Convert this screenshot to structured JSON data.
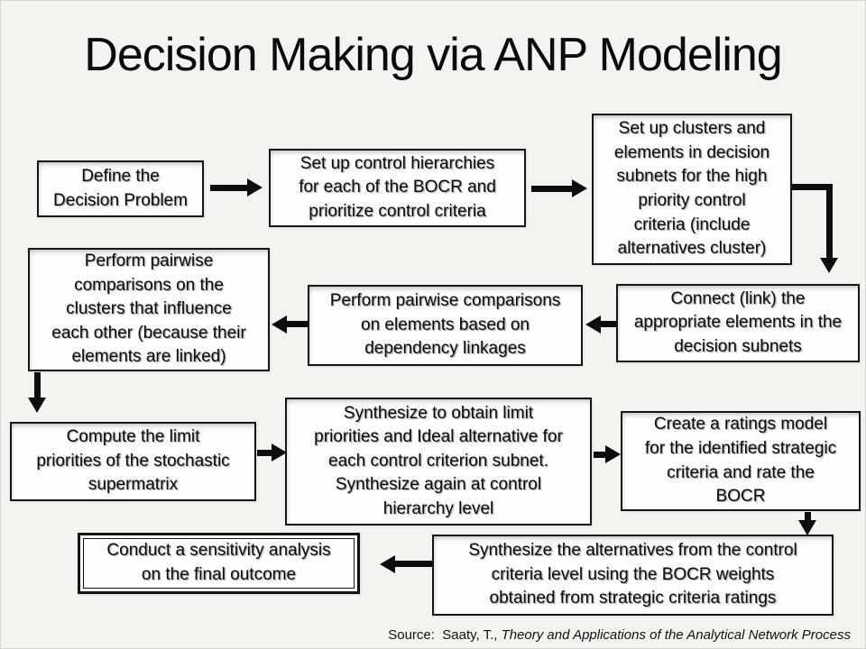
{
  "slide": {
    "title": "Decision Making via ANP Modeling",
    "source_prefix": "Source:  Saaty, T., ",
    "source_title": "Theory and Applications of the Analytical Network Process"
  },
  "colors": {
    "background": "#f4f3f0",
    "box_fill": "#fefefd",
    "ink": "#111111"
  },
  "flowchart": {
    "type": "flowchart",
    "steps": [
      {
        "id": "define-problem",
        "label": "Define the\nDecision Problem"
      },
      {
        "id": "setup-control-hierarchies",
        "label": "Set up control hierarchies\nfor each of the BOCR and\nprioritize control criteria"
      },
      {
        "id": "setup-clusters",
        "label": "Set up clusters and\nelements in decision\nsubnets for the high\npriority control\ncriteria (include\nalternatives cluster)"
      },
      {
        "id": "connect-elements",
        "label": "Connect (link) the\nappropriate elements in the\ndecision subnets"
      },
      {
        "id": "pairwise-elements",
        "label": "Perform pairwise comparisons\non elements based on\ndependency linkages"
      },
      {
        "id": "pairwise-clusters",
        "label": "Perform pairwise\ncomparisons on the\nclusters that influence\neach other (because their\nelements are linked)"
      },
      {
        "id": "compute-limit-priorities",
        "label": "Compute the limit\npriorities of the stochastic\nsupermatrix"
      },
      {
        "id": "synthesize-limit",
        "label": "Synthesize to obtain limit\npriorities and Ideal alternative for\neach control criterion subnet.\nSynthesize again at control\nhierarchy level"
      },
      {
        "id": "create-ratings-model",
        "label": "Create a ratings model\nfor the identified strategic\ncriteria and rate the\nBOCR"
      },
      {
        "id": "synthesize-alternatives",
        "label": "Synthesize the alternatives from the control\ncriteria level using the BOCR weights\nobtained from strategic criteria ratings"
      },
      {
        "id": "sensitivity-analysis",
        "label": "Conduct a sensitivity analysis\non the final outcome"
      }
    ],
    "connections": [
      {
        "from": "define-problem",
        "to": "setup-control-hierarchies"
      },
      {
        "from": "setup-control-hierarchies",
        "to": "setup-clusters"
      },
      {
        "from": "setup-clusters",
        "to": "connect-elements"
      },
      {
        "from": "connect-elements",
        "to": "pairwise-elements"
      },
      {
        "from": "pairwise-elements",
        "to": "pairwise-clusters"
      },
      {
        "from": "pairwise-clusters",
        "to": "compute-limit-priorities"
      },
      {
        "from": "compute-limit-priorities",
        "to": "synthesize-limit"
      },
      {
        "from": "synthesize-limit",
        "to": "create-ratings-model"
      },
      {
        "from": "create-ratings-model",
        "to": "synthesize-alternatives"
      },
      {
        "from": "synthesize-alternatives",
        "to": "sensitivity-analysis"
      }
    ]
  }
}
